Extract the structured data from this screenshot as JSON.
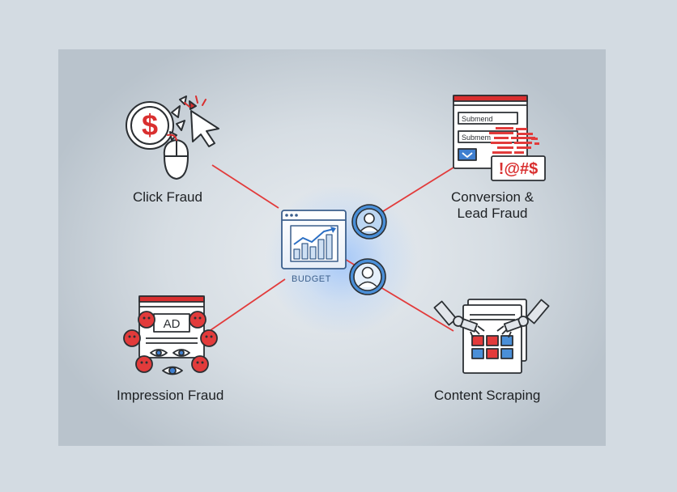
{
  "center": {
    "label": "BUDGET"
  },
  "nodes": {
    "click_fraud": {
      "label": "Click Fraud"
    },
    "conversion_fraud": {
      "line1": "Conversion &",
      "line2": "Lead Fraud",
      "form_field_1": "Submend",
      "form_field_2": "Submem",
      "symbols": "!@#$"
    },
    "impression_fraud": {
      "label": "Impression Fraud",
      "ad_text": "AD"
    },
    "content_scraping": {
      "label": "Content Scraping"
    }
  },
  "colors": {
    "connector": "#e23b3b",
    "accent_red": "#d92f2f",
    "accent_blue": "#3f7fd0",
    "ink": "#2b2f33"
  },
  "icons": [
    "dollar-coin-icon",
    "cursor-icon",
    "mouse-icon",
    "form-window-icon",
    "budget-chart-icon",
    "user-avatar-icon",
    "ad-window-icon",
    "bot-face-icon",
    "eye-icon",
    "robot-hand-icon",
    "grid-blocks-icon"
  ]
}
